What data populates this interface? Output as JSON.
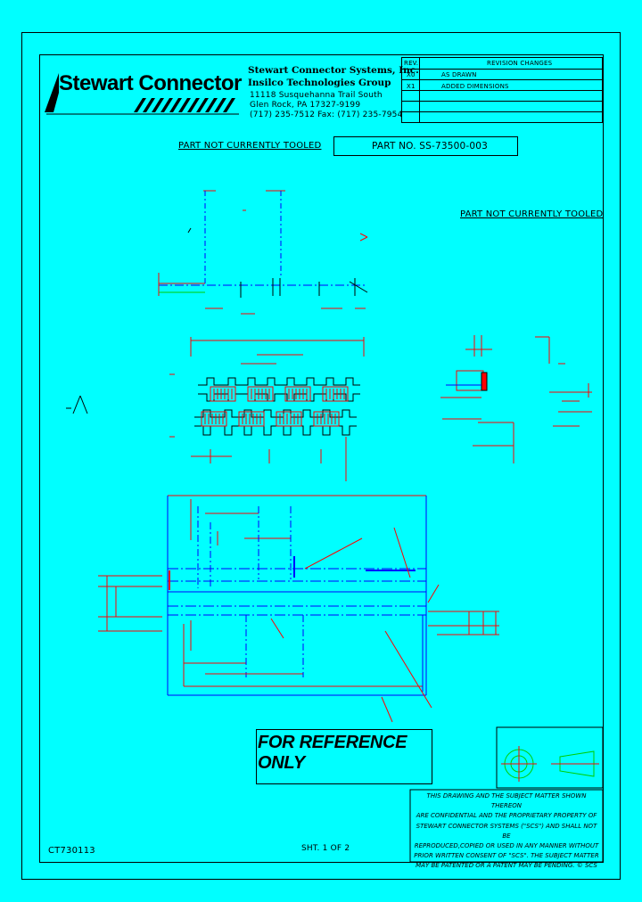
{
  "company": {
    "logo_text": "Stewart Connector",
    "name": "Stewart Connector Systems, Inc.",
    "group": "Insilco Technologies Group",
    "address1": "11118 Susquehanna Trail South",
    "address2": "Glen Rock, PA    17327-9199",
    "phones": "(717) 235-7512   Fax: (717) 235-7954"
  },
  "revision_table": {
    "rev_header": "REV.",
    "changes_header": "REVISION CHANGES",
    "rows": [
      {
        "rev": "X0",
        "change": "AS DRAWN"
      },
      {
        "rev": "X1",
        "change": "ADDED DIMENSIONS"
      },
      {
        "rev": "",
        "change": ""
      },
      {
        "rev": "",
        "change": ""
      }
    ]
  },
  "drawing": {
    "status_left": "PART NOT CURRENTLY TOOLED",
    "part_number": "PART NO. SS-73500-003",
    "status_right": "PART NOT CURRENTLY TOOLED",
    "reference_stamp": "FOR REFERENCE ONLY",
    "drawing_number": "CT730113",
    "sheet": "SHT. 1 OF 2"
  },
  "notice": {
    "lines": [
      "THIS DRAWING AND THE SUBJECT MATTER SHOWN THEREON",
      "ARE CONFIDENTIAL AND THE PROPRIETARY PROPERTY OF",
      "STEWART CONNECTOR SYSTEMS (\"SCS\") AND SHALL NOT BE",
      "REPRODUCED,COPIED OR USED IN ANY MANNER WITHOUT",
      "PRIOR WRITTEN CONSENT OF \"SCS\".  THE SUBJECT MATTER",
      "MAY BE PATENTED OR A PATENT MAY BE PENDING.  © SCS"
    ]
  },
  "colors": {
    "background": "#00ffff",
    "outline": "#000000",
    "dimension": "#ff0000",
    "centerline": "#0000ff",
    "symbol": "#00cc00"
  },
  "icons": {
    "projection_symbol": "third-angle-projection-icon"
  }
}
